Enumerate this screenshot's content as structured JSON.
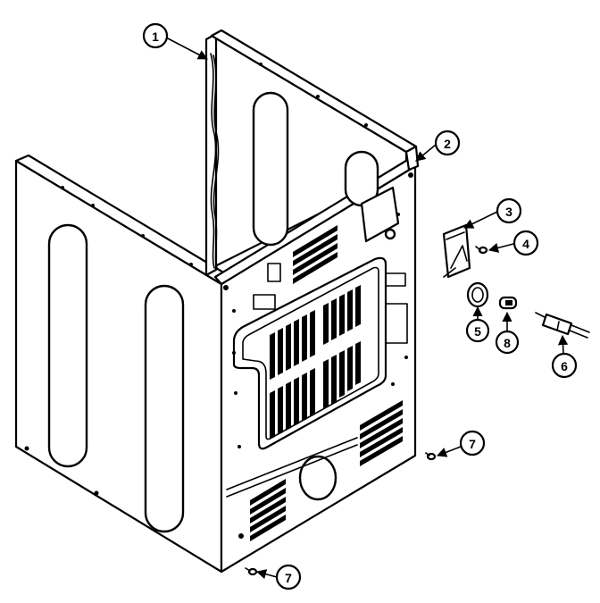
{
  "callouts": [
    {
      "label": "1"
    },
    {
      "label": "2"
    },
    {
      "label": "3"
    },
    {
      "label": "4"
    },
    {
      "label": "5"
    },
    {
      "label": "8"
    },
    {
      "label": "6"
    },
    {
      "label": "7"
    },
    {
      "label": "7"
    }
  ]
}
